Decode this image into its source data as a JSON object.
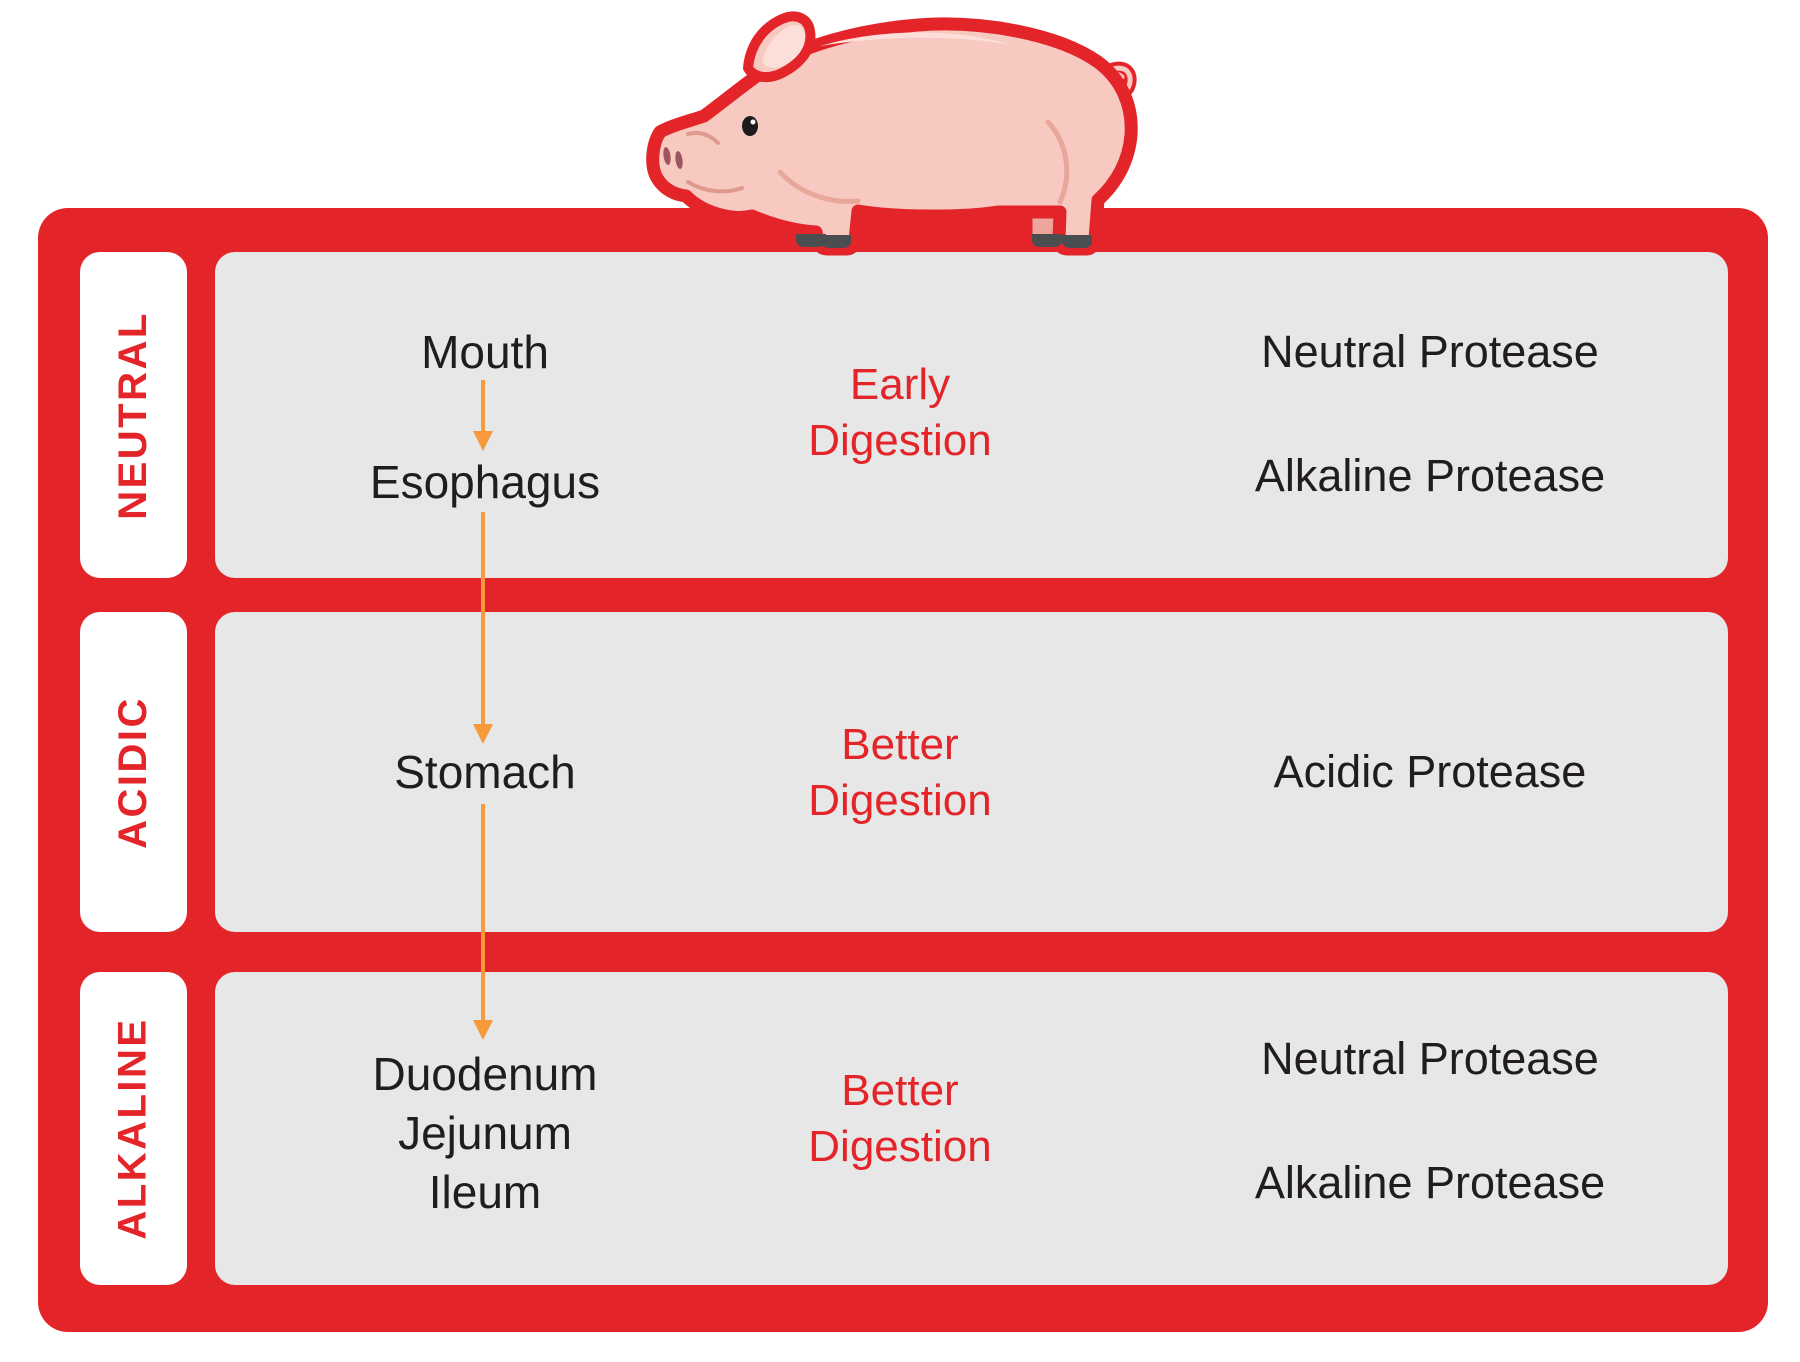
{
  "colors": {
    "frame_red": "#E3252A",
    "panel_gray": "#E6E7E6",
    "label_bg": "#FFFFFF",
    "arrow_orange": "#F89A3C",
    "text_black": "#201D1C",
    "text_red": "#E3252A",
    "pig_pink": "#F7C9C0"
  },
  "illustration": {
    "name": "pig-illustration"
  },
  "rows": [
    {
      "ph_label": "NEUTRAL",
      "organs": [
        "Mouth",
        "Esophagus"
      ],
      "digestion": [
        "Early",
        "Digestion"
      ],
      "proteases": [
        "Neutral Protease",
        "Alkaline Protease"
      ]
    },
    {
      "ph_label": "ACIDIC",
      "organs": [
        "Stomach"
      ],
      "digestion": [
        "Better",
        "Digestion"
      ],
      "proteases": [
        "Acidic Protease"
      ]
    },
    {
      "ph_label": "ALKALINE",
      "organs": [
        "Duodenum",
        "Jejunum",
        "Ileum"
      ],
      "digestion": [
        "Better",
        "Digestion"
      ],
      "proteases": [
        "Neutral Protease",
        "Alkaline Protease"
      ]
    }
  ]
}
